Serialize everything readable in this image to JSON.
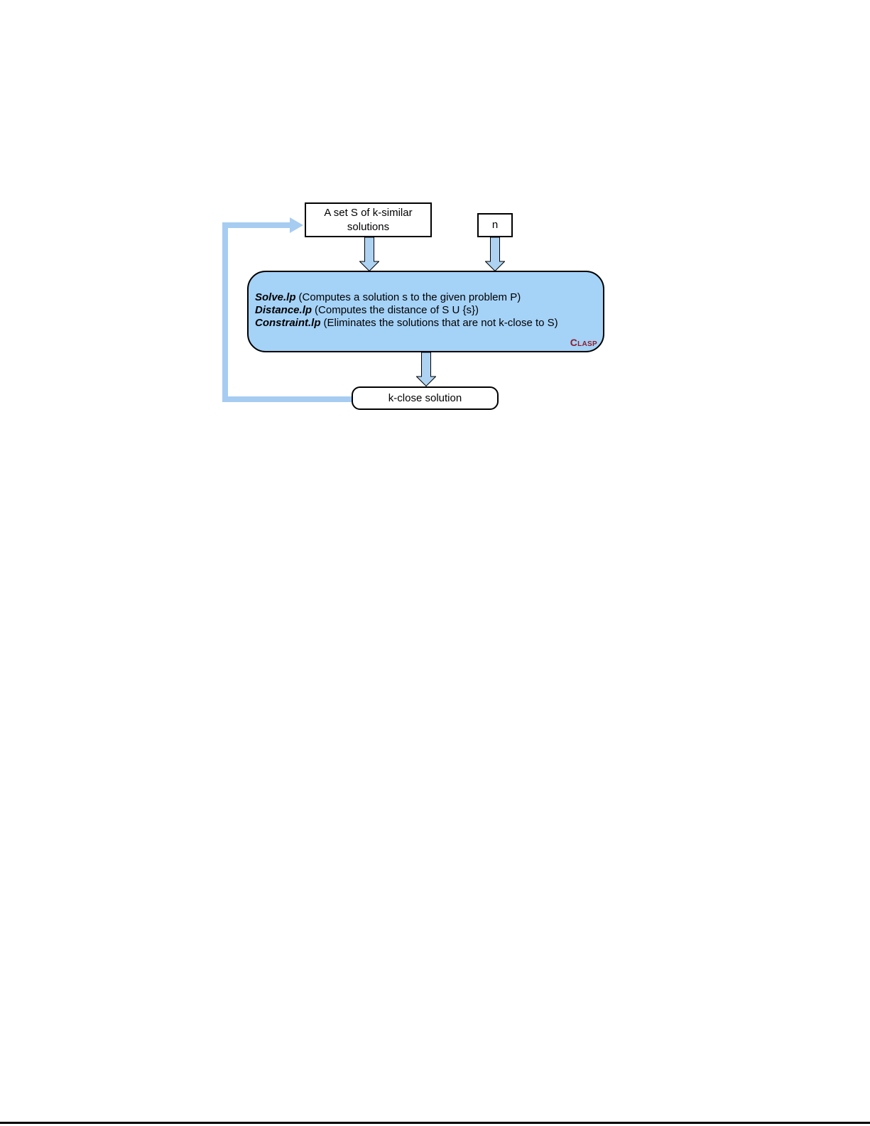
{
  "figure": {
    "nodes": {
      "input_set": {
        "label": "A set S of k-similar solutions"
      },
      "n_input": {
        "label": "n"
      },
      "solver": {
        "lines": [
          {
            "program": "Solve.lp",
            "rest": "(Computes a solution s to the given problem P)"
          },
          {
            "program": "Distance.lp",
            "rest": "(Computes the distance of S U {s})"
          },
          {
            "program": "Constraint.lp",
            "rest": "(Eliminates the solutions that are not k-close to S)"
          }
        ],
        "engine_label": "Clasp"
      },
      "output": {
        "label": "k-close solution"
      }
    },
    "colors": {
      "solver_fill": "#a5d2f7",
      "arrow_fill": "#aed3f2",
      "loop_blue": "#a6ccf1",
      "engine_red": "#8e1b2b"
    }
  }
}
